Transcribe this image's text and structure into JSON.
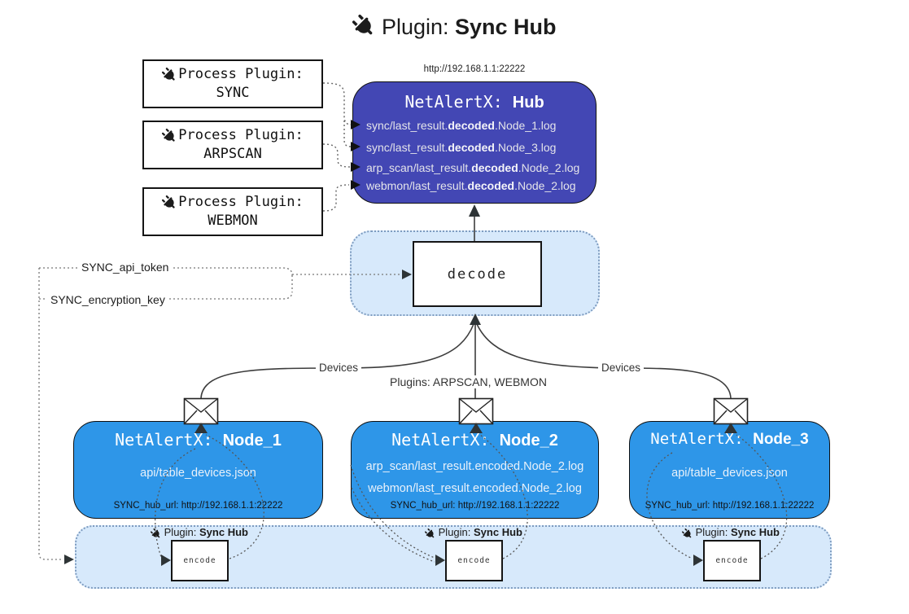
{
  "title": {
    "prefix": "Plugin: ",
    "bold": "Sync Hub"
  },
  "icons": {
    "title_icon": "plug-icon",
    "process_icon": "plug-icon",
    "encoder_icon": "plug-icon",
    "node_top_icon": "envelope-icon"
  },
  "colors": {
    "hub_fill": "#4347b4",
    "node_fill": "#2e96e8",
    "band_fill": "#d7e9fb",
    "band_border": "#7e9cc0",
    "line": "#3d3d3d",
    "dotted_line": "#666666"
  },
  "hub": {
    "url_label": "http://192.168.1.1:22222",
    "title_prefix": "NetAlertX: ",
    "title_bold": "Hub",
    "log_lines": [
      {
        "prefix": "sync/last_result.",
        "bold": "decoded",
        "suffix": ".Node_1.log"
      },
      {
        "prefix": "sync/last_result.",
        "bold": "decoded",
        "suffix": ".Node_3.log"
      },
      {
        "prefix": "arp_scan/last_result.",
        "bold": "decoded",
        "suffix": ".Node_2.log"
      },
      {
        "prefix": "webmon/last_result.",
        "bold": "decoded",
        "suffix": ".Node_2.log"
      }
    ]
  },
  "process_plugins": [
    {
      "label": "Process Plugin:",
      "name": "SYNC"
    },
    {
      "label": "Process Plugin:",
      "name": "ARPSCAN"
    },
    {
      "label": "Process Plugin:",
      "name": "WEBMON"
    }
  ],
  "decode": {
    "label": "decode"
  },
  "left_labels": {
    "api_token": "SYNC_api_token",
    "encryption_key": "SYNC_encryption_key"
  },
  "edge_labels": {
    "devices_left": "Devices",
    "devices_right": "Devices",
    "plugins_middle": "Plugins: ARPSCAN, WEBMON"
  },
  "nodes": [
    {
      "title_prefix": "NetAlertX: ",
      "title_bold": "Node_1",
      "lines": [
        "api/table_devices.json"
      ],
      "hub_url": "SYNC_hub_url: http://192.168.1.1:22222"
    },
    {
      "title_prefix": "NetAlertX: ",
      "title_bold": "Node_2",
      "lines": [
        "arp_scan/last_result.encoded.Node_2.log",
        "webmon/last_result.encoded.Node_2.log"
      ],
      "hub_url": "SYNC_hub_url: http://192.168.1.1:22222"
    },
    {
      "title_prefix": "NetAlertX: ",
      "title_bold": "Node_3",
      "lines": [
        "api/table_devices.json"
      ],
      "hub_url": "SYNC_hub_url: http://192.168.1.1:22222"
    }
  ],
  "encoders": [
    {
      "label_prefix": "Plugin: ",
      "label_bold": "Sync Hub",
      "box_label": "encode"
    },
    {
      "label_prefix": "Plugin: ",
      "label_bold": "Sync Hub",
      "box_label": "encode"
    },
    {
      "label_prefix": "Plugin: ",
      "label_bold": "Sync Hub",
      "box_label": "encode"
    }
  ]
}
